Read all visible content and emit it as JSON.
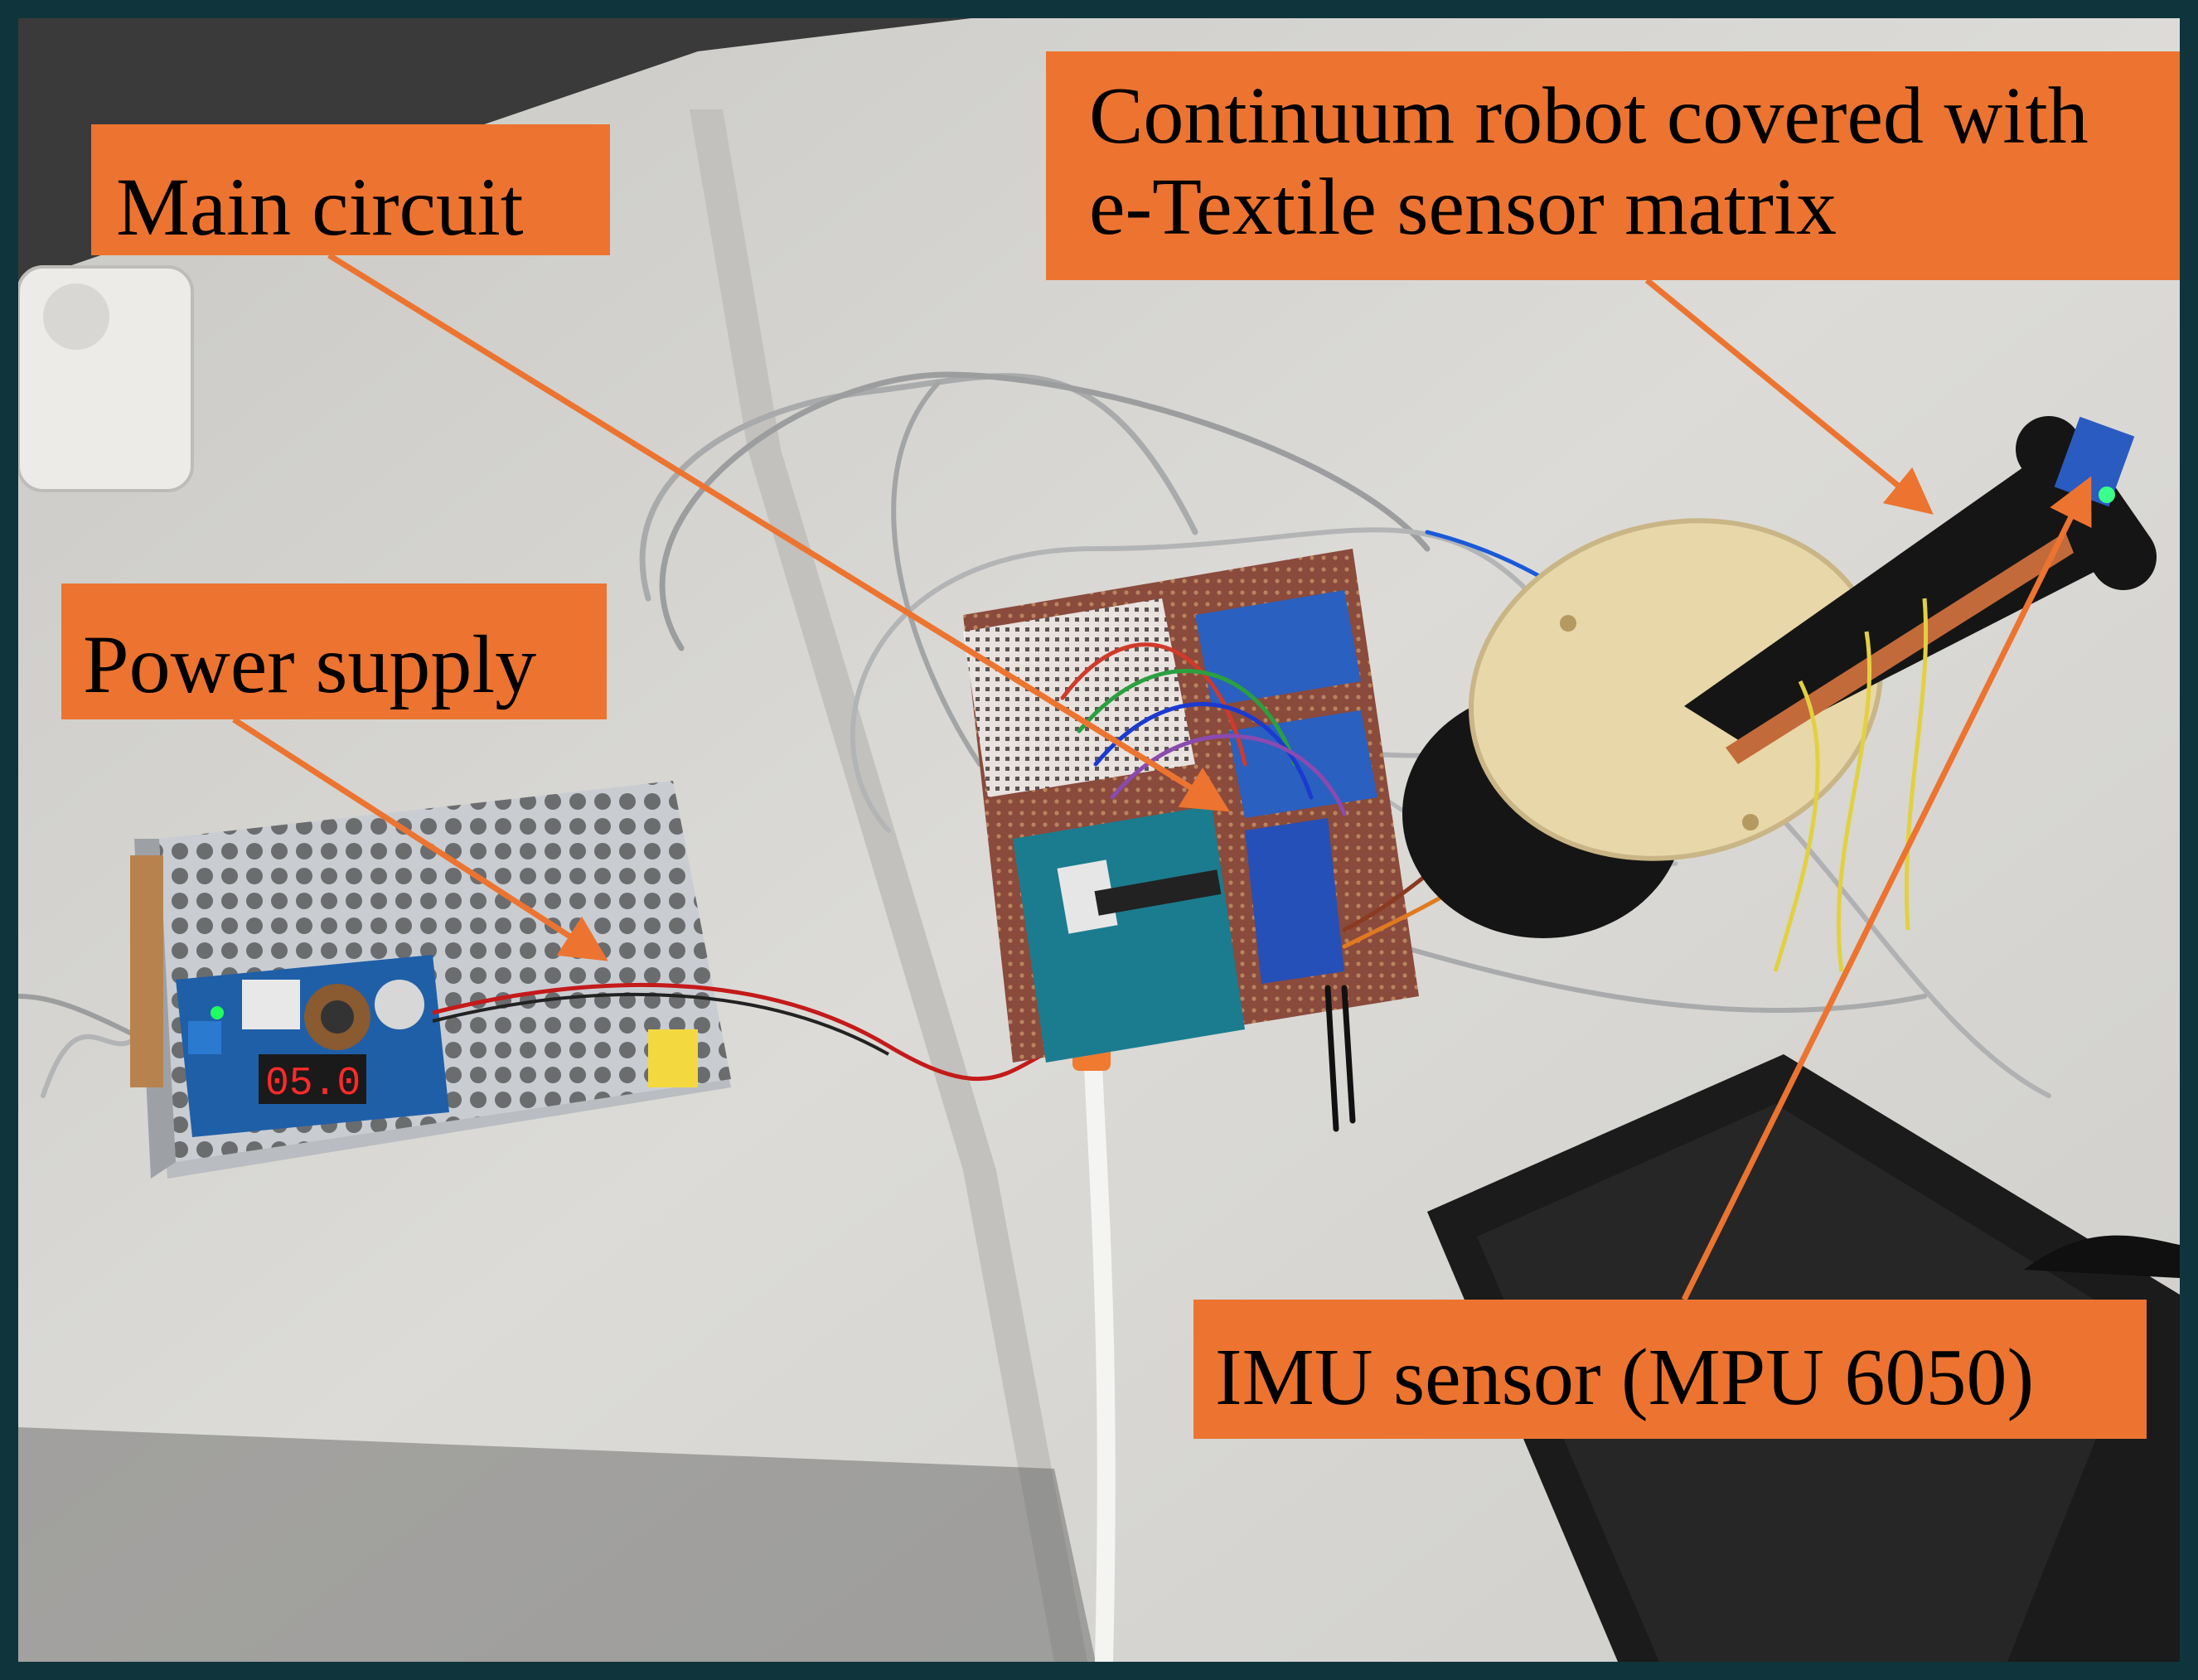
{
  "colors": {
    "label_background": "#ec7430",
    "arrow": "#ec7430",
    "frame_border": "#10343c",
    "desk": "#d9d8d4"
  },
  "labels": {
    "main_circuit": "Main circuit",
    "power_supply": "Power supply",
    "robot_line1": "Continuum robot covered with",
    "robot_line2": "e-Textile sensor matrix",
    "imu_sensor": "IMU sensor (MPU 6050)"
  },
  "display": {
    "voltage_readout": "05.0"
  }
}
